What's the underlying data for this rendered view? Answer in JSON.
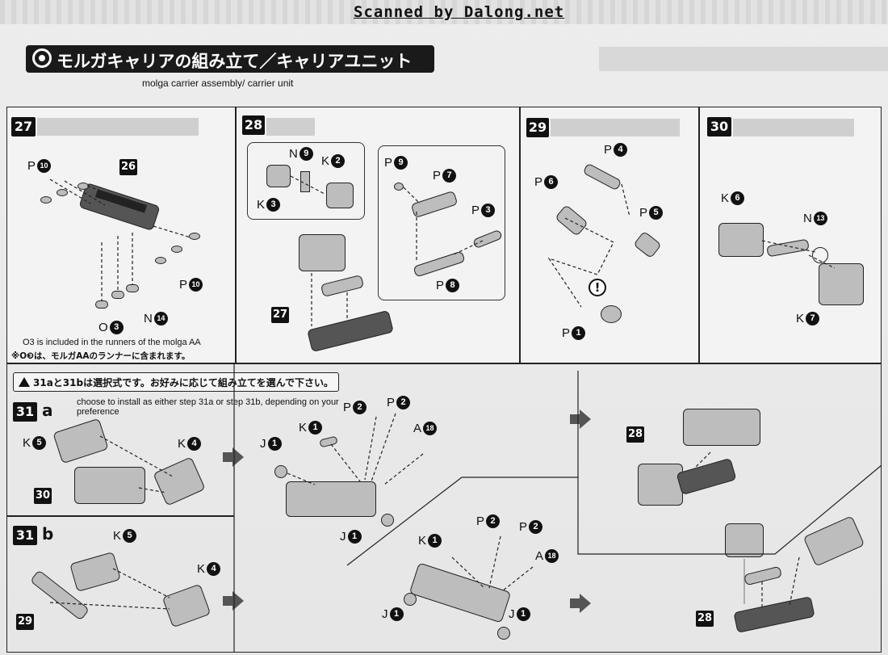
{
  "watermark": "Scanned by Dalong.net",
  "header": {
    "title_jp": "モルガキャリアの組み立て／キャリアユニット",
    "subtitle_en": "molga carrier assembly/ carrier unit"
  },
  "steps": {
    "s27": {
      "num": "27",
      "labels": {
        "p10_top": "P",
        "p10_top_n": "10",
        "p10_right": "P",
        "p10_right_n": "10",
        "o3": "O",
        "o3_n": "3",
        "n14": "N",
        "n14_n": "14"
      },
      "ref": "26",
      "note_en": "O3 is included in the runners of the molga AA",
      "note_jp": "※O❸は、モルガAAのランナーに含まれます。"
    },
    "s28": {
      "num": "28",
      "labels": {
        "n9": "N",
        "n9_n": "9",
        "k2": "K",
        "k2_n": "2",
        "k3": "K",
        "k3_n": "3",
        "p9": "P",
        "p9_n": "9",
        "p7": "P",
        "p7_n": "7",
        "p3": "P",
        "p3_n": "3",
        "p8": "P",
        "p8_n": "8"
      },
      "ref": "27"
    },
    "s29": {
      "num": "29",
      "labels": {
        "p4": "P",
        "p4_n": "4",
        "p6": "P",
        "p6_n": "6",
        "p5": "P",
        "p5_n": "5",
        "p1": "P",
        "p1_n": "1"
      },
      "caution": "!"
    },
    "s30": {
      "num": "30",
      "labels": {
        "k6": "K",
        "k6_n": "6",
        "n13": "N",
        "n13_n": "13",
        "k7": "K",
        "k7_n": "7"
      }
    },
    "s31": {
      "caution_jp": "31aと31bは選択式です。お好みに応じて組み立てを選んで下さい。",
      "choice_en": "choose to install as either step 31a or step 31b, depending on your preference",
      "a": {
        "num": "31",
        "suffix": "a",
        "labels": {
          "k5": "K",
          "k5_n": "5",
          "k4": "K",
          "k4_n": "4",
          "j1_top": "J",
          "j1_top_n": "1",
          "k1": "K",
          "k1_n": "1",
          "p2_a": "P",
          "p2_a_n": "2",
          "p2_b": "P",
          "p2_b_n": "2",
          "a18": "A",
          "a18_n": "18",
          "j1_bottom": "J",
          "j1_bottom_n": "1"
        },
        "ref": "30"
      },
      "b": {
        "num": "31",
        "suffix": "b",
        "labels": {
          "k5": "K",
          "k5_n": "5",
          "k4": "K",
          "k4_n": "4",
          "k1": "K",
          "k1_n": "1",
          "p2_a": "P",
          "p2_a_n": "2",
          "p2_b": "P",
          "p2_b_n": "2",
          "a18": "A",
          "a18_n": "18",
          "j1_left": "J",
          "j1_left_n": "1",
          "j1_right": "J",
          "j1_right_n": "1"
        },
        "ref": "29"
      },
      "result_refs": {
        "top": "28",
        "bottom": "28"
      }
    }
  }
}
